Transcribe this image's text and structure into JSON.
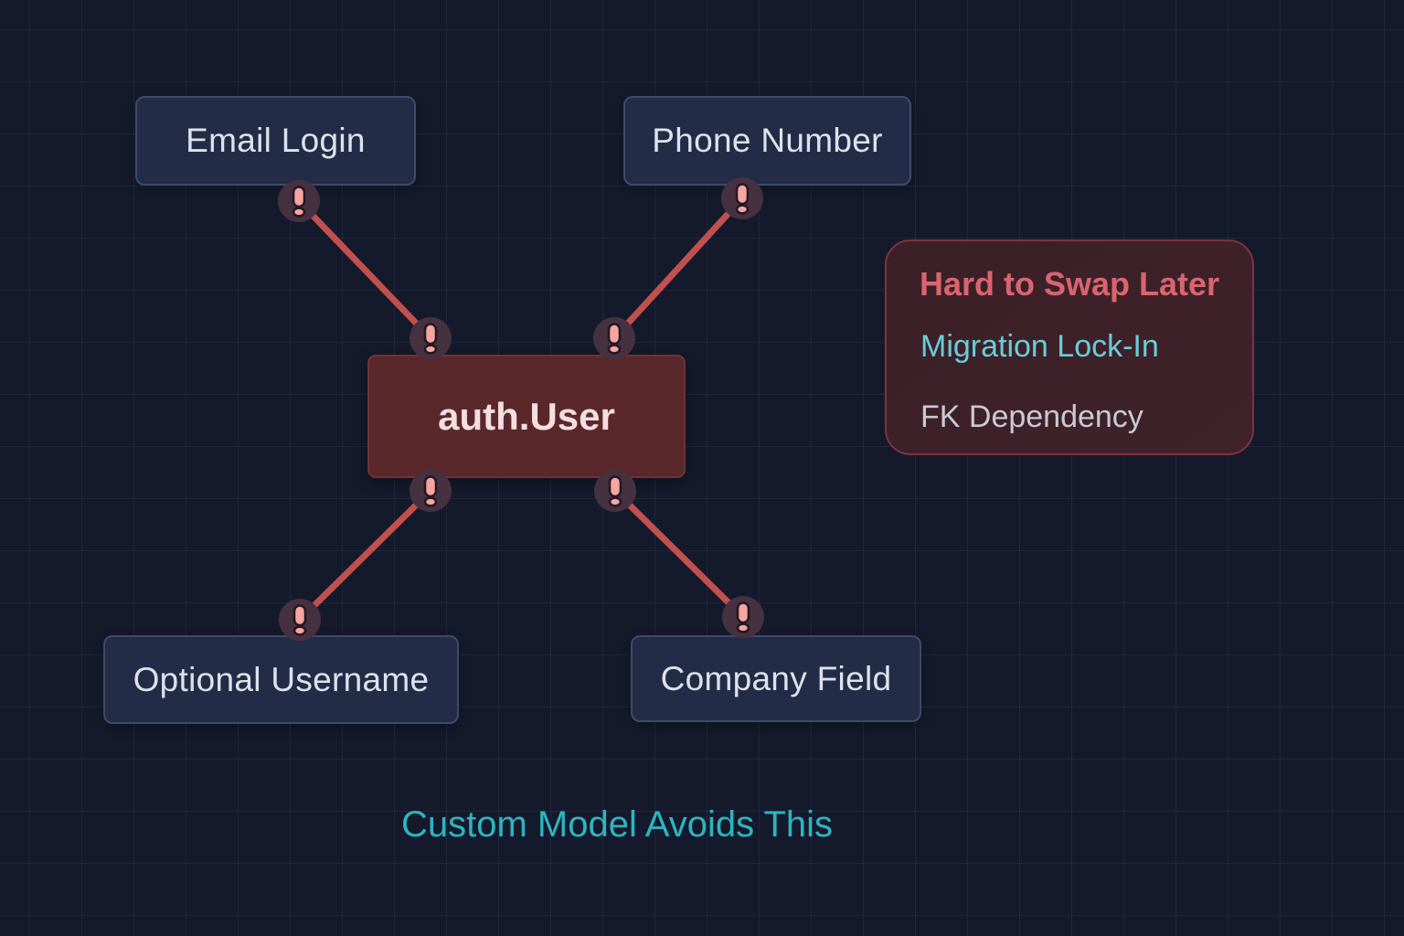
{
  "canvas": {
    "background_color": "#141a2b",
    "grid_line_color": "rgba(128,148,198,0.10)"
  },
  "center_node": {
    "label": "auth.User",
    "fill_color": "#5a282b",
    "border_color": "#703237",
    "text_color": "#f4dee1"
  },
  "satellite_nodes": [
    {
      "id": "email-login",
      "label": "Email Login"
    },
    {
      "id": "phone-number",
      "label": "Phone Number"
    },
    {
      "id": "optional-username",
      "label": "Optional Username"
    },
    {
      "id": "company-field",
      "label": "Company Field"
    }
  ],
  "satellite_style": {
    "fill_color": "#232c47",
    "border_color": "#3e4a6b",
    "text_color": "#dde2ec"
  },
  "edges": {
    "color": "#c1504e",
    "connections": [
      "email-login -> auth.User",
      "phone-number -> auth.User",
      "auth.User -> optional-username",
      "auth.User -> company-field"
    ]
  },
  "warning_icon": {
    "name": "exclamation-warning-icon",
    "badge_fill": "#463140",
    "glyph_fill": "#f6a5a1",
    "glyph_outline": "#251823"
  },
  "panel": {
    "title": "Hard to Swap Later",
    "title_color": "#d96570",
    "fill_color": "#3b2028",
    "border_color": "#7d343e",
    "items": [
      {
        "label": "Migration Lock-In",
        "color": "#69ced9"
      },
      {
        "label": "FK Dependency",
        "color": "#c9cad4"
      }
    ]
  },
  "caption": {
    "text": "Custom Model Avoids This",
    "color": "#2db4c1"
  }
}
